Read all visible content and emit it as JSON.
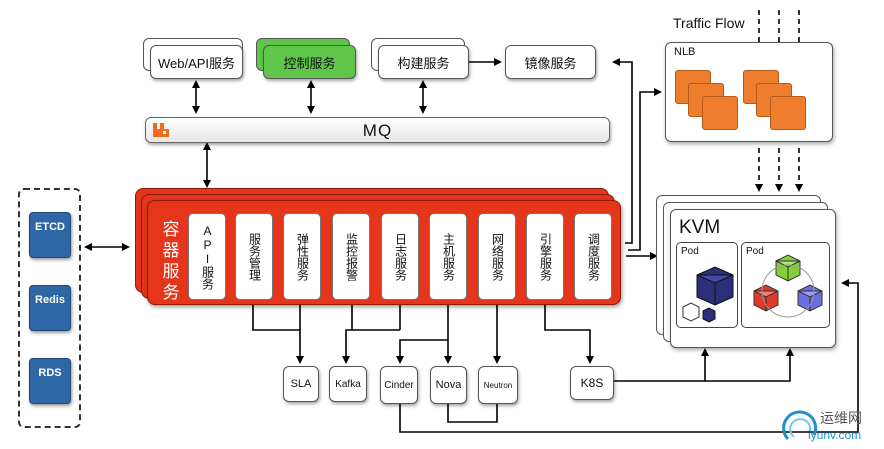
{
  "top_services": [
    {
      "id": "web",
      "label": "Web/API服务"
    },
    {
      "id": "control",
      "label": "控制服务"
    },
    {
      "id": "build",
      "label": "构建服务"
    },
    {
      "id": "mirror",
      "label": "镜像服务"
    }
  ],
  "mq": {
    "label": "MQ"
  },
  "container": {
    "title": "容器服务",
    "services": [
      "API服务",
      "服务管理",
      "弹性服务",
      "监控报警",
      "日志服务",
      "主机服务",
      "网络服务",
      "引擎服务",
      "调度服务"
    ]
  },
  "storage": [
    "ETCD",
    "Redis",
    "RDS"
  ],
  "bottom_services": [
    "SLA",
    "Kafka",
    "Cinder",
    "Nova",
    "Neutron",
    "K8S"
  ],
  "traffic_flow": "Traffic Flow",
  "nlb": "NLB",
  "kvm": {
    "label": "KVM",
    "pods": [
      "Pod",
      "Pod"
    ]
  },
  "watermark": {
    "name": "运维网",
    "url": "iyunv.com"
  },
  "colors": {
    "red": "#e5361b",
    "green": "#5fc64a",
    "orange": "#ef7d2e",
    "blue": "#2e66a6"
  }
}
